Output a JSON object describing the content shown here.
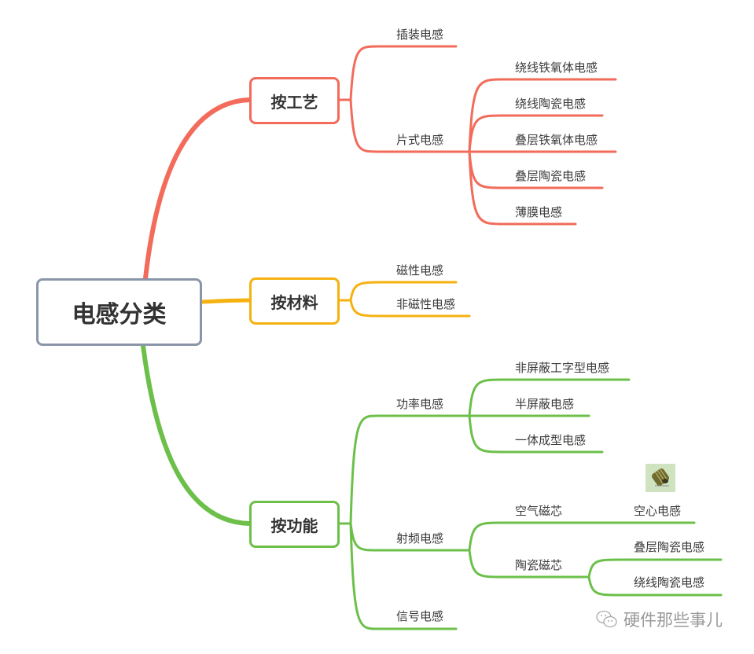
{
  "colors": {
    "root_border": "#8a96a8",
    "process": "#f26b5b",
    "material": "#f5b10f",
    "function": "#6cc04a",
    "text": "#3b3b3b"
  },
  "root": {
    "label": "电感分类"
  },
  "branches": {
    "process": {
      "label": "按工艺",
      "children": {
        "plugin": {
          "label": "插装电感"
        },
        "chip": {
          "label": "片式电感",
          "children": [
            "绕线铁氧体电感",
            "绕线陶瓷电感",
            "叠层铁氧体电感",
            "叠层陶瓷电感",
            "薄膜电感"
          ]
        }
      }
    },
    "material": {
      "label": "按材料",
      "children": [
        "磁性电感",
        "非磁性电感"
      ]
    },
    "function": {
      "label": "按功能",
      "children": {
        "power": {
          "label": "功率电感",
          "children": [
            "非屏蔽工字型电感",
            "半屏蔽电感",
            "一体成型电感"
          ]
        },
        "rf": {
          "label": "射频电感",
          "air_core": {
            "label": "空气磁芯",
            "child": "空心电感",
            "image": "air-core-inductor-thumbnail"
          },
          "ceramic_core": {
            "label": "陶瓷磁芯",
            "children": [
              "叠层陶瓷电感",
              "绕线陶瓷电感"
            ]
          }
        },
        "signal": {
          "label": "信号电感"
        }
      }
    }
  },
  "watermark": {
    "icon": "wechat-icon",
    "text": "硬件那些事儿"
  }
}
